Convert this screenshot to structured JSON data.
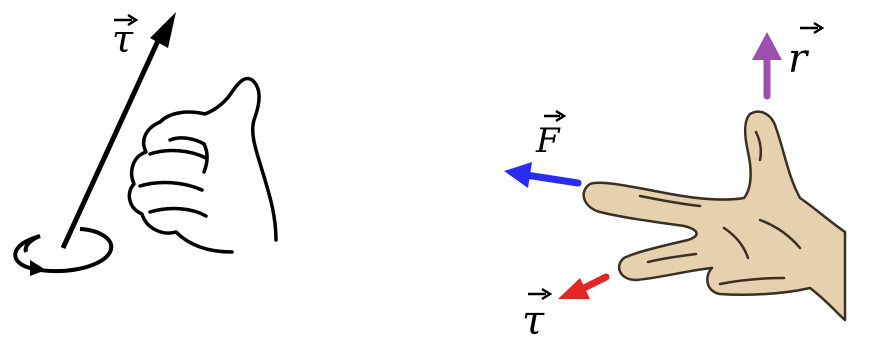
{
  "figure_left": {
    "torque_label": "τ",
    "arrow_color": "#000000"
  },
  "figure_right": {
    "r_label": "r",
    "force_label": "F",
    "torque_label": "τ",
    "colors": {
      "r_arrow": "#9b4fae",
      "force_arrow": "#2a2df0",
      "torque_arrow": "#e22626",
      "skin": "#e6d1ae",
      "outline": "#3a2f24"
    }
  }
}
